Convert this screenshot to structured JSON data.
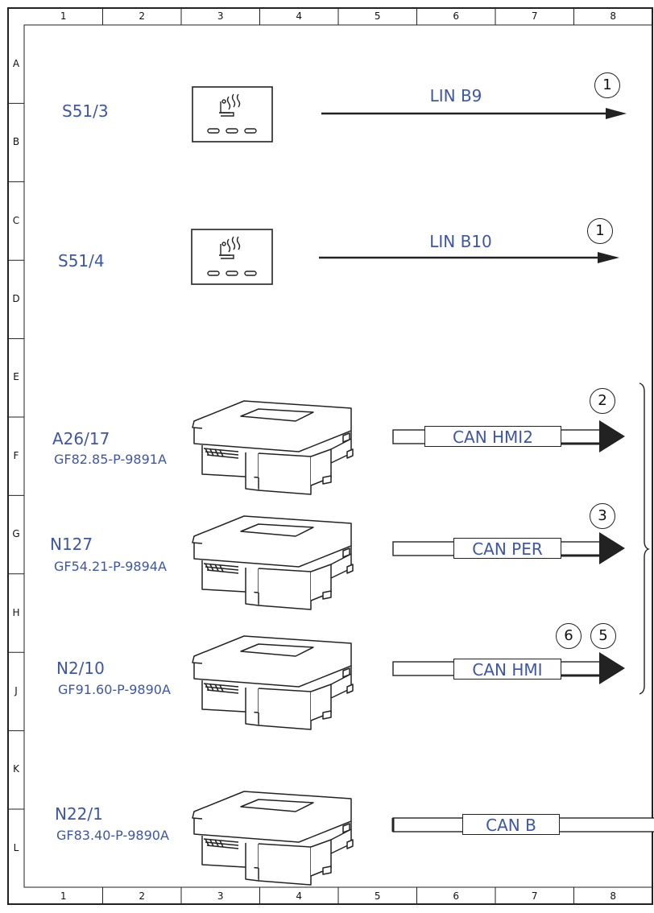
{
  "grid": {
    "columns": [
      "1",
      "2",
      "3",
      "4",
      "5",
      "6",
      "7",
      "8"
    ],
    "rows": [
      "A",
      "B",
      "C",
      "D",
      "E",
      "F",
      "G",
      "H",
      "J",
      "K",
      "L"
    ]
  },
  "components": [
    {
      "id": "S51/3",
      "ref": "",
      "type": "seat-heater-switch"
    },
    {
      "id": "S51/4",
      "ref": "",
      "type": "seat-heater-switch"
    },
    {
      "id": "A26/17",
      "ref": "GF82.85-P-9891A",
      "type": "control-unit"
    },
    {
      "id": "N127",
      "ref": "GF54.21-P-9894A",
      "type": "control-unit"
    },
    {
      "id": "N2/10",
      "ref": "GF91.60-P-9890A",
      "type": "control-unit"
    },
    {
      "id": "N22/1",
      "ref": "GF83.40-P-9890A",
      "type": "control-unit"
    }
  ],
  "buses": [
    {
      "label": "LIN B9",
      "markers": [
        "1"
      ]
    },
    {
      "label": "LIN B10",
      "markers": [
        "1"
      ]
    },
    {
      "label": "CAN HMI2",
      "markers": [
        "2"
      ]
    },
    {
      "label": "CAN PER",
      "markers": [
        "3"
      ]
    },
    {
      "label": "CAN HMI",
      "markers": [
        "6",
        "5"
      ]
    },
    {
      "label": "CAN B",
      "markers": []
    }
  ],
  "colors": {
    "label": "#3d56a6",
    "line": "#222222"
  }
}
